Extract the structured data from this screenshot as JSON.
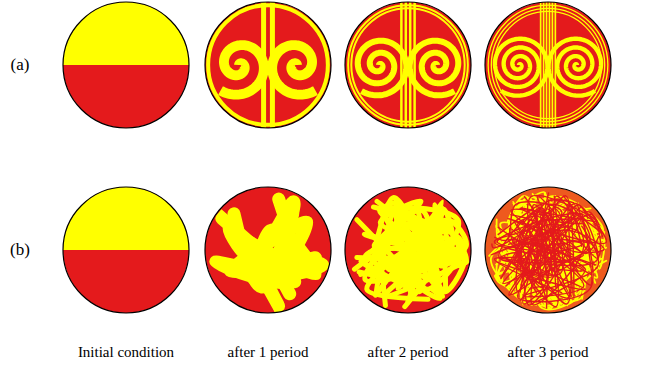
{
  "diagram": {
    "labels": [
      "(a)",
      "(b)",
      "Initial condition",
      "after 1 period",
      "after 2 period",
      "after 3 period"
    ]
  }
}
